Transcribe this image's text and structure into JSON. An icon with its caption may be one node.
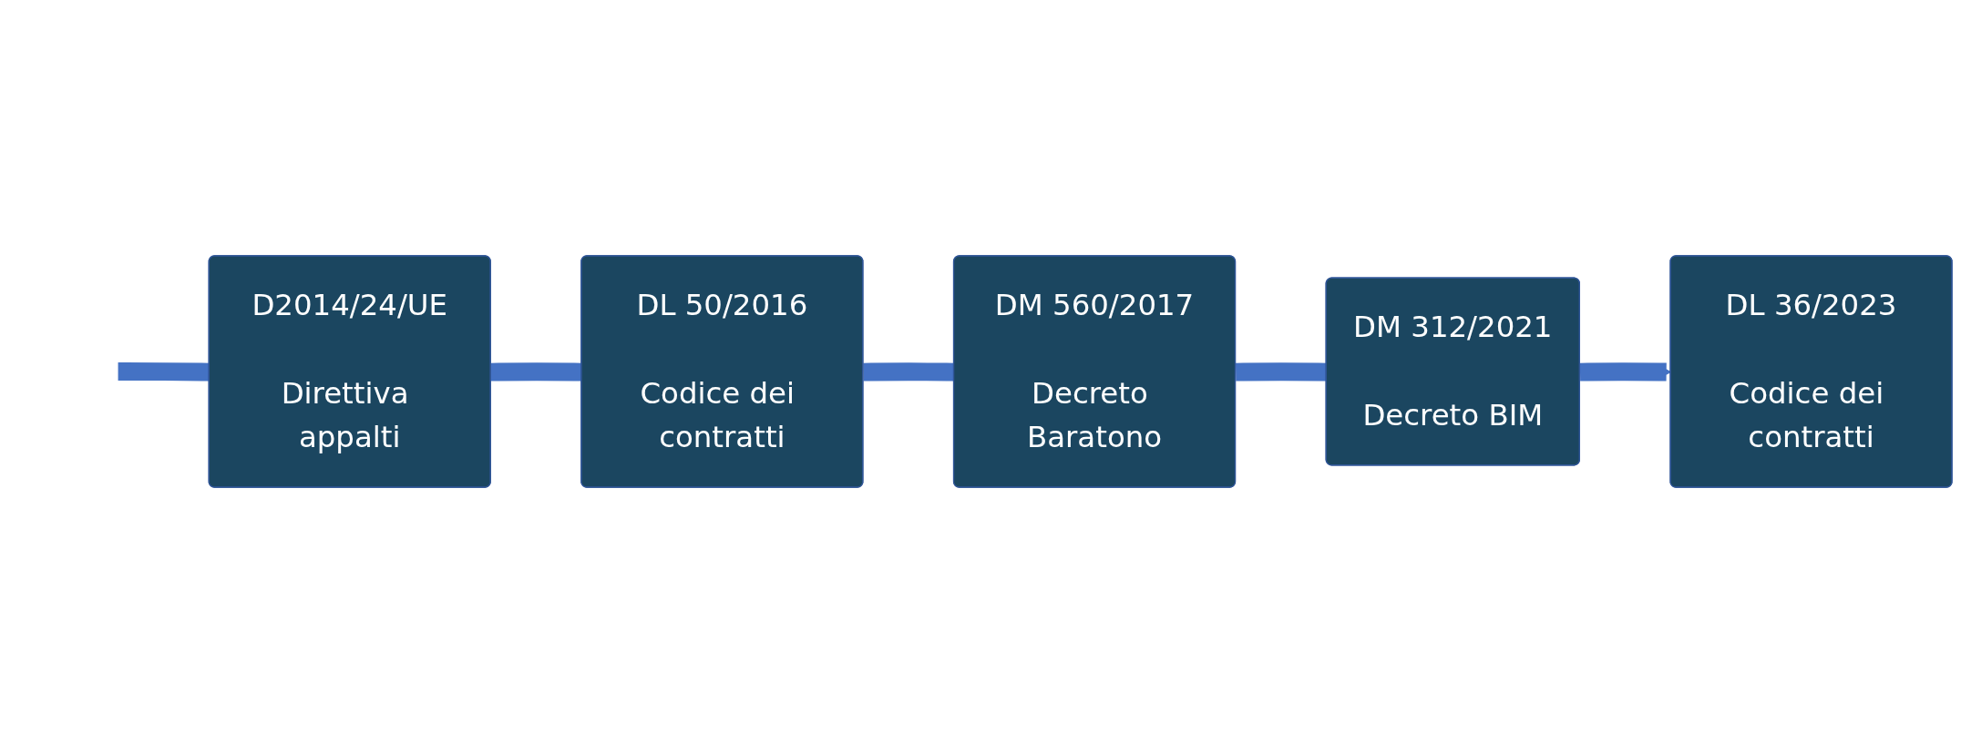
{
  "diagram": {
    "nodes": [
      {
        "text": [
          "D2014/24/UE",
          "Direttiva appalti"
        ]
      },
      {
        "text": [
          "DL 50/2016",
          "Codice dei contratti"
        ]
      },
      {
        "text": [
          "DM 560/2017",
          "Decreto Baratono"
        ]
      },
      {
        "text": [
          "DL 36/2023",
          "Codice dei contratti"
        ]
      },
      {
        "text": [
          "DM 312/2021",
          "Decreto BIM"
        ]
      }
    ],
    "edges": [
      {
        "from": null,
        "to": 0,
        "arrow": "none"
      },
      {
        "from": 0,
        "to": 1,
        "arrow": "none"
      },
      {
        "from": 1,
        "to": 2,
        "arrow": "none"
      },
      {
        "from": 2,
        "to": 4,
        "arrow": "none"
      },
      {
        "from": 4,
        "to": 3,
        "arrow": "to"
      }
    ]
  }
}
